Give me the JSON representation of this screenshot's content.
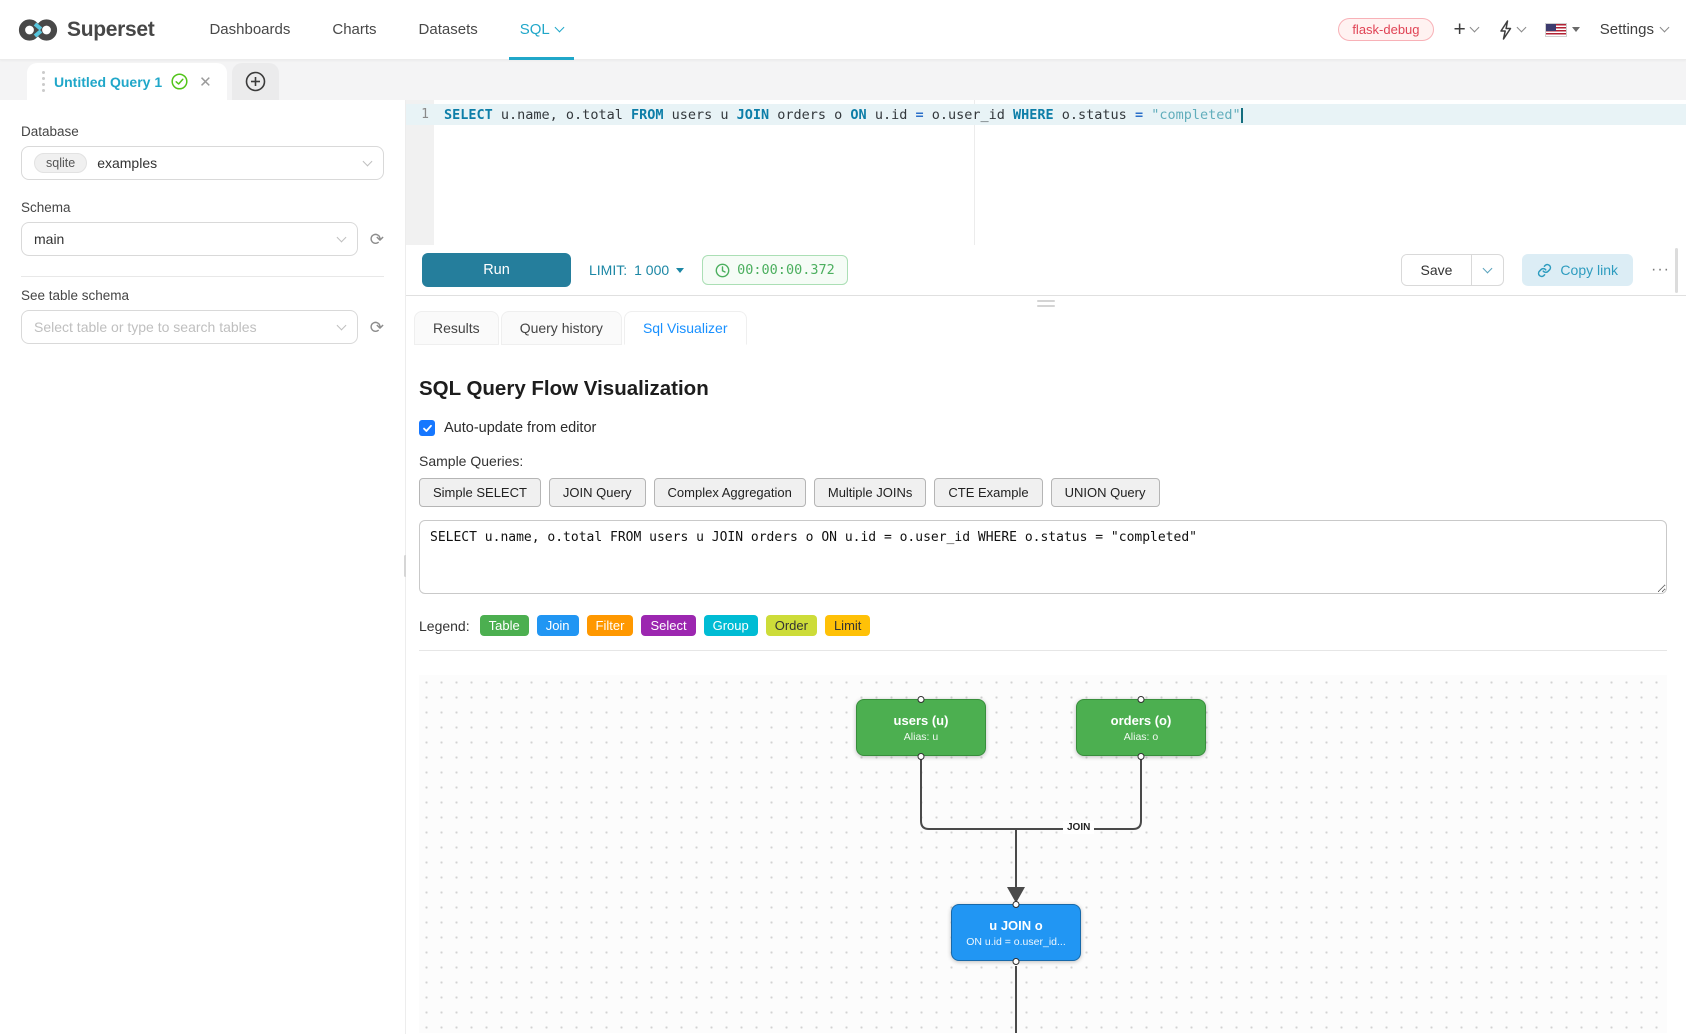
{
  "nav": {
    "brand": "Superset",
    "items": [
      {
        "label": "Dashboards"
      },
      {
        "label": "Charts"
      },
      {
        "label": "Datasets"
      },
      {
        "label": "SQL"
      }
    ],
    "active_item": "SQL",
    "env_badge": "flask-debug",
    "settings_label": "Settings",
    "accent_color": "#20a7c9"
  },
  "query_tab": {
    "title": "Untitled Query 1"
  },
  "sidebar": {
    "database_label": "Database",
    "database_engine": "sqlite",
    "database_name": "examples",
    "schema_label": "Schema",
    "schema_value": "main",
    "table_label": "See table schema",
    "table_placeholder": "Select table or type to search tables"
  },
  "editor": {
    "line_number": "1",
    "tokens": [
      {
        "t": "kw",
        "v": "SELECT"
      },
      {
        "t": "pl",
        "v": " u.name, o.total "
      },
      {
        "t": "kw",
        "v": "FROM"
      },
      {
        "t": "pl",
        "v": " users u "
      },
      {
        "t": "kw",
        "v": "JOIN"
      },
      {
        "t": "pl",
        "v": " orders o "
      },
      {
        "t": "kw",
        "v": "ON"
      },
      {
        "t": "pl",
        "v": " u.id "
      },
      {
        "t": "op",
        "v": "="
      },
      {
        "t": "pl",
        "v": " o.user_id "
      },
      {
        "t": "kw",
        "v": "WHERE"
      },
      {
        "t": "pl",
        "v": " o.status "
      },
      {
        "t": "op",
        "v": "="
      },
      {
        "t": "pl",
        "v": " "
      },
      {
        "t": "str",
        "v": "\"completed\""
      }
    ]
  },
  "toolbar": {
    "run_label": "Run",
    "limit_label": "LIMIT:",
    "limit_value": "1 000",
    "timer": "00:00:00.372",
    "save_label": "Save",
    "copy_link_label": "Copy link",
    "more_label": "···"
  },
  "result_tabs": [
    {
      "label": "Results"
    },
    {
      "label": "Query history"
    },
    {
      "label": "Sql Visualizer"
    }
  ],
  "active_result_tab": "Sql Visualizer",
  "visualizer": {
    "title": "SQL Query Flow Visualization",
    "auto_update_label": "Auto-update from editor",
    "auto_update_checked": true,
    "sample_queries_label": "Sample Queries:",
    "sample_buttons": [
      {
        "label": "Simple SELECT"
      },
      {
        "label": "JOIN Query"
      },
      {
        "label": "Complex Aggregation"
      },
      {
        "label": "Multiple JOINs"
      },
      {
        "label": "CTE Example"
      },
      {
        "label": "UNION Query"
      }
    ],
    "query_text": "SELECT u.name, o.total FROM users u JOIN orders o ON u.id = o.user_id WHERE o.status = \"completed\"",
    "legend_label": "Legend:",
    "legend_items": [
      {
        "label": "Table",
        "bg": "#4caf50",
        "fg": "#ffffff"
      },
      {
        "label": "Join",
        "bg": "#2196f3",
        "fg": "#ffffff"
      },
      {
        "label": "Filter",
        "bg": "#ff9800",
        "fg": "#ffffff"
      },
      {
        "label": "Select",
        "bg": "#9c27b0",
        "fg": "#ffffff"
      },
      {
        "label": "Group",
        "bg": "#00bcd4",
        "fg": "#ffffff"
      },
      {
        "label": "Order",
        "bg": "#cddc39",
        "fg": "#333333"
      },
      {
        "label": "Limit",
        "bg": "#ffc107",
        "fg": "#333333"
      }
    ],
    "flow": {
      "nodes": [
        {
          "title": "users (u)",
          "subtitle": "Alias: u",
          "bg": "#4caf50",
          "border": "#388e3c"
        },
        {
          "title": "orders (o)",
          "subtitle": "Alias: o",
          "bg": "#4caf50",
          "border": "#388e3c"
        },
        {
          "title": "u JOIN o",
          "subtitle": "ON u.id = o.user_id...",
          "bg": "#2196f3",
          "border": "#1769aa"
        }
      ],
      "edge_label": "JOIN"
    }
  }
}
